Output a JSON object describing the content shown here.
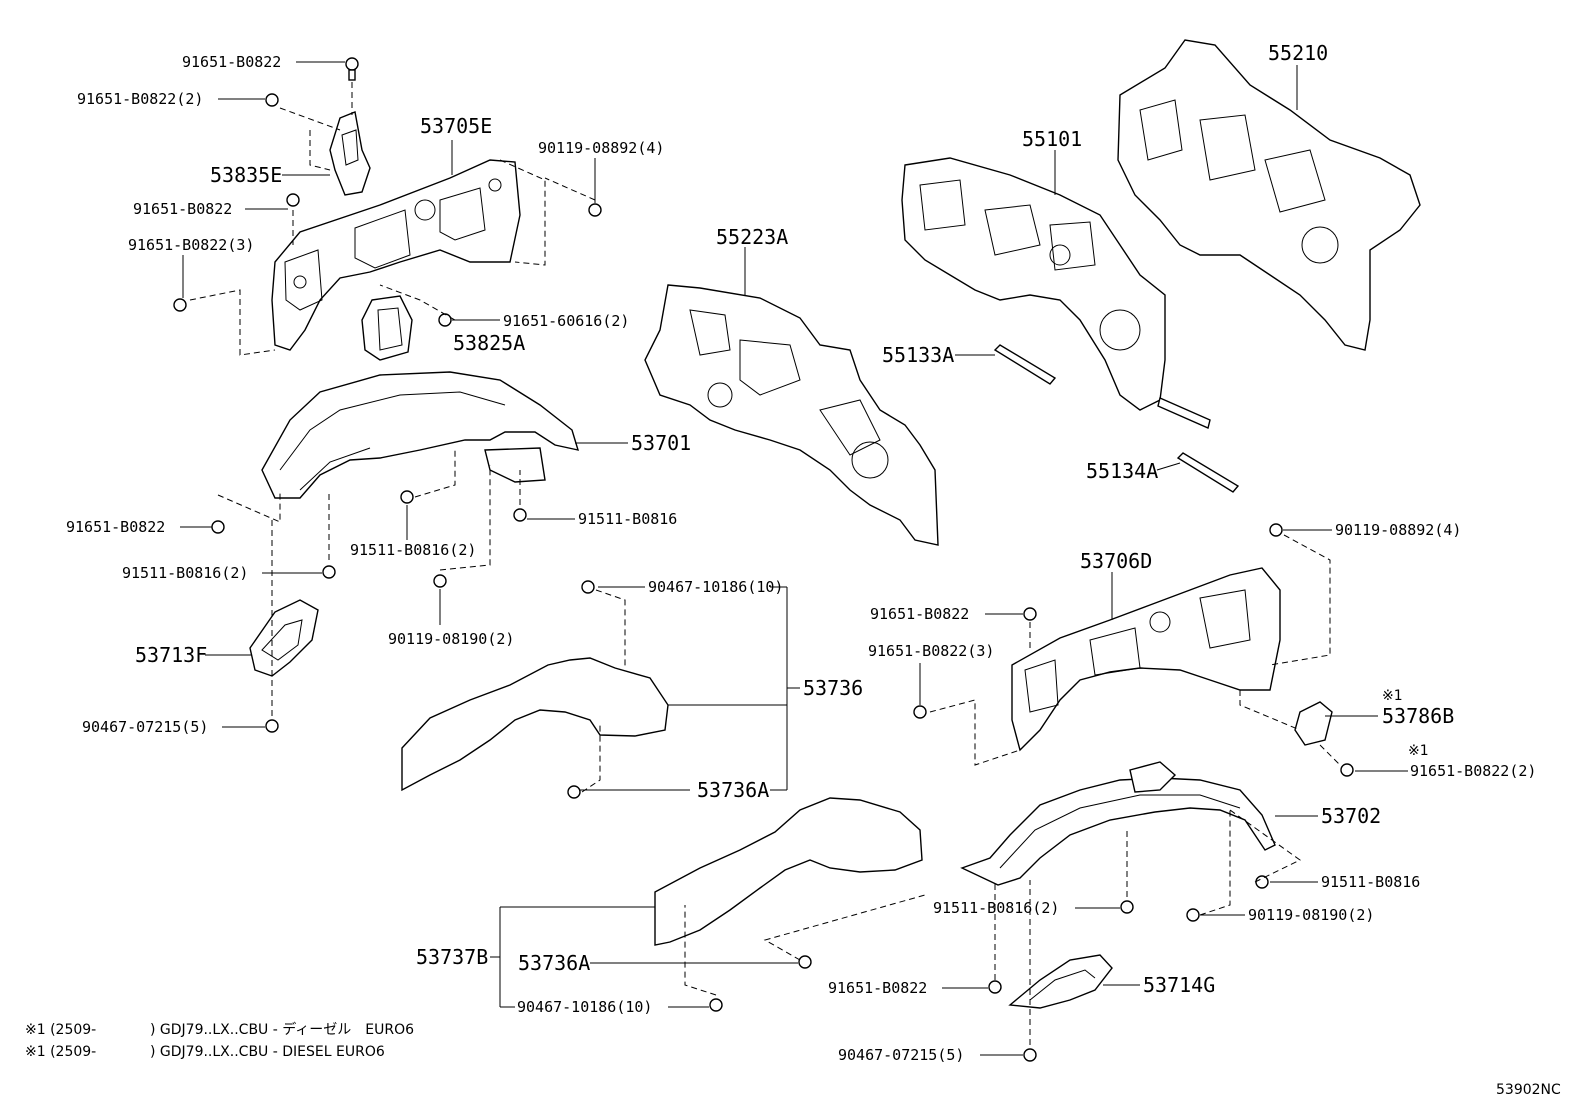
{
  "diagram_id": "53902NC",
  "labels": {
    "l91651_b0822_a": "91651-B0822",
    "l91651_b0822_2a": "91651-B0822(2)",
    "l53705e": "53705E",
    "l90119_08892_4a": "90119-08892(4)",
    "l53835e": "53835E",
    "l91651_b0822_b": "91651-B0822",
    "l91651_b0822_3a": "91651-B0822(3)",
    "l91651_60616_2": "91651-60616(2)",
    "l53825a": "53825A",
    "l53701": "53701",
    "l91651_b0822_c": "91651-B0822",
    "l91511_b0816_a": "91511-B0816",
    "l91511_b0816_2a": "91511-B0816(2)",
    "l91511_b0816_2b": "91511-B0816(2)",
    "l90119_08190_2a": "90119-08190(2)",
    "l53713f": "53713F",
    "l90467_07215_5a": "90467-07215(5)",
    "l55223a": "55223A",
    "l55101": "55101",
    "l55210": "55210",
    "l55133a": "55133A",
    "l55134a": "55134A",
    "l90467_10186_10a": "90467-10186(10)",
    "l53736": "53736",
    "l53736a_a": "53736A",
    "l90119_08892_4b": "90119-08892(4)",
    "l53706d": "53706D",
    "l91651_b0822_d": "91651-B0822",
    "l91651_b0822_3b": "91651-B0822(3)",
    "l53786b": "53786B",
    "l53786b_mark": "※1",
    "l91651_b0822_2b": "91651-B0822(2)",
    "l91651_b0822_2b_mark": "※1",
    "l53702": "53702",
    "l91511_b0816_b": "91511-B0816",
    "l91511_b0816_2c": "91511-B0816(2)",
    "l90119_08190_2b": "90119-08190(2)",
    "l53737b": "53737B",
    "l53736a_b": "53736A",
    "l90467_10186_10b": "90467-10186(10)",
    "l91651_b0822_e": "91651-B0822",
    "l53714g": "53714G",
    "l90467_07215_5b": "90467-07215(5)"
  },
  "notes": [
    {
      "mark": "※1 (2509-",
      "text": ") GDJ79..LX..CBU - ディーゼル　EURO6"
    },
    {
      "mark": "※1 (2509-",
      "text": ") GDJ79..LX..CBU - DIESEL EURO6"
    }
  ]
}
